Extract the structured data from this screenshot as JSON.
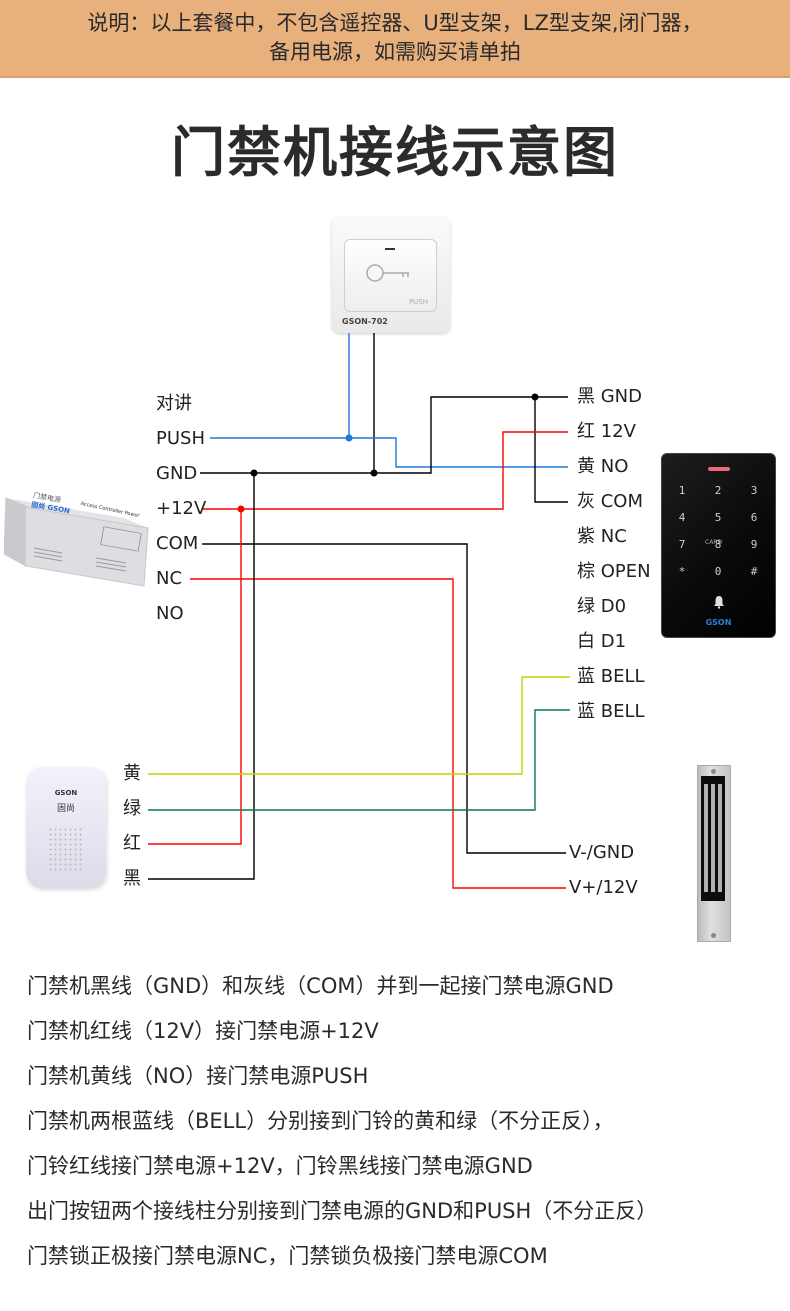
{
  "notice": {
    "line1": "说明：以上套餐中，不包含遥控器、U型支架，LZ型支架,闭门器，",
    "line2": "备用电源，如需购买请单拍"
  },
  "title": "门禁机接线示意图",
  "colors": {
    "notice_bg": "#e8b07d",
    "wire_black": "#000000",
    "wire_red": "#ff0000",
    "wire_blue": "#1a7ad8",
    "wire_yellow": "#c6cf00",
    "wire_green": "#0a7a50"
  },
  "exit_button": {
    "model": "GSON-702",
    "push_label": "PUSH",
    "icon": "key-icon"
  },
  "power_supply": {
    "title_cn": "门禁电源",
    "brand": "固尚 GSON",
    "subtitle": "Access Controller Power",
    "terminals": [
      "对讲",
      "PUSH",
      "GND",
      "+12V",
      "COM",
      "NC",
      "NO"
    ]
  },
  "keypad": {
    "brand": "GSON",
    "keys": [
      "1",
      "2",
      "3",
      "4",
      "5",
      "6",
      "7",
      "8",
      "9",
      "*",
      "0",
      "#"
    ],
    "card_label": "CARD",
    "wires": [
      {
        "color_cn": "黑",
        "signal": "GND"
      },
      {
        "color_cn": "红",
        "signal": "12V"
      },
      {
        "color_cn": "黄",
        "signal": "NO"
      },
      {
        "color_cn": "灰",
        "signal": "COM"
      },
      {
        "color_cn": "紫",
        "signal": "NC"
      },
      {
        "color_cn": "棕",
        "signal": "OPEN"
      },
      {
        "color_cn": "绿",
        "signal": "D0"
      },
      {
        "color_cn": "白",
        "signal": "D1"
      },
      {
        "color_cn": "蓝",
        "signal": "BELL"
      },
      {
        "color_cn": "蓝",
        "signal": "BELL"
      }
    ]
  },
  "doorbell": {
    "brand": "GSON",
    "brand_cn": "固尚",
    "wires": [
      "黄",
      "绿",
      "红",
      "黑"
    ]
  },
  "maglock": {
    "terminals": [
      "V-/GND",
      "V+/12V"
    ]
  },
  "notes": [
    "门禁机黑线（GND）和灰线（COM）并到一起接门禁电源GND",
    "门禁机红线（12V）接门禁电源+12V",
    "门禁机黄线（NO）接门禁电源PUSH",
    "门禁机两根蓝线（BELL）分别接到门铃的黄和绿（不分正反），",
    "门铃红线接门禁电源+12V，门铃黑线接门禁电源GND",
    "出门按钮两个接线柱分别接到门禁电源的GND和PUSH（不分正反）",
    "门禁锁正极接门禁电源NC，门禁锁负极接门禁电源COM"
  ]
}
